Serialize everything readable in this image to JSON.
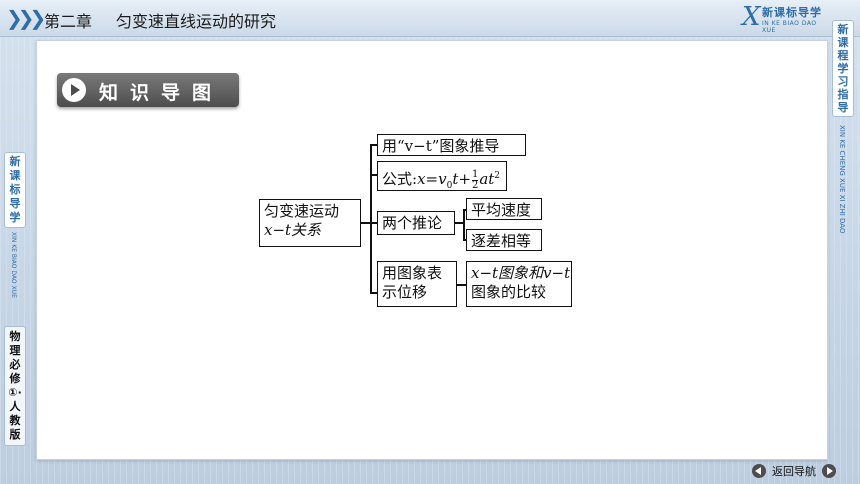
{
  "header": {
    "chapter": "第二章",
    "title": "匀变速直线运动的研究",
    "brand_letter": "X",
    "brand_cn": "新课标导学",
    "brand_en": "IN KE BIAO DAO XUE"
  },
  "section_ribbon": "知识导图",
  "diagram": {
    "root_line1": "匀变速运动",
    "root_line2": "x−t关系",
    "branch1": "用“v−t”图象推导",
    "branch2_prefix": "公式:",
    "branch2_formula": "x=v₀t+½at²",
    "branch3": "两个推论",
    "branch3_child1": "平均速度",
    "branch3_child2": "逐差相等",
    "branch4_line1": "用图象表",
    "branch4_line2": "示位移",
    "branch4_child_line1": "x−t图象和v−t",
    "branch4_child_line2": "图象的比较"
  },
  "left_tab": {
    "title": "新课标导学",
    "english": "XIN KE BIAO DAO XUE",
    "book": "物理必修①·人教版"
  },
  "right_tab": {
    "title": "新课程学习指导",
    "english": "XIN KE CHENG XUE XI ZHI DAO"
  },
  "nav": {
    "back_label": "返回导航"
  }
}
